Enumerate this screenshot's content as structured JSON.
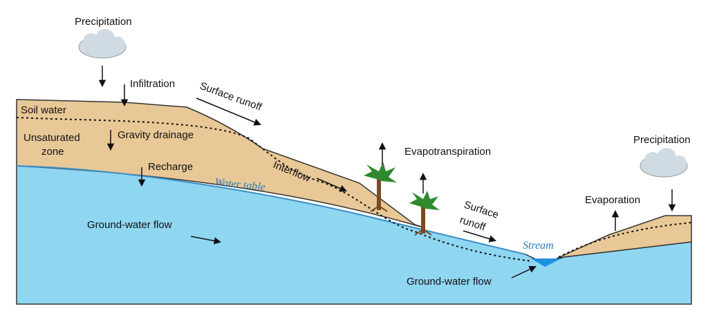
{
  "labels": {
    "precipitation_left": "Precipitation",
    "precipitation_right": "Precipitation",
    "infiltration": "Infiltration",
    "surface_runoff_1": "Surface runoff",
    "soil_water": "Soil water",
    "unsaturated_zone_1": "Unsaturated",
    "unsaturated_zone_2": "zone",
    "gravity_drainage": "Gravity drainage",
    "recharge": "Recharge",
    "water_table": "Water table",
    "interflow": "Interflow",
    "evapotranspiration": "Evapotranspiration",
    "surface_runoff_2a": "Surface",
    "surface_runoff_2b": "runoff",
    "stream": "Stream",
    "evaporation": "Evaporation",
    "groundwater_flow_1": "Ground-water flow",
    "groundwater_flow_2": "Ground-water flow"
  },
  "colors": {
    "groundwater": "#8fd6f1",
    "soil": "#e8c896",
    "stream": "#1e90e0",
    "water_table_line": "#3a8fc9",
    "cloud": "#cfdae3",
    "tree_green": "#2f8a2f",
    "tree_trunk": "#7a4a24",
    "outline": "#333333"
  },
  "icons": [
    "cloud-icon",
    "tree-icon"
  ]
}
